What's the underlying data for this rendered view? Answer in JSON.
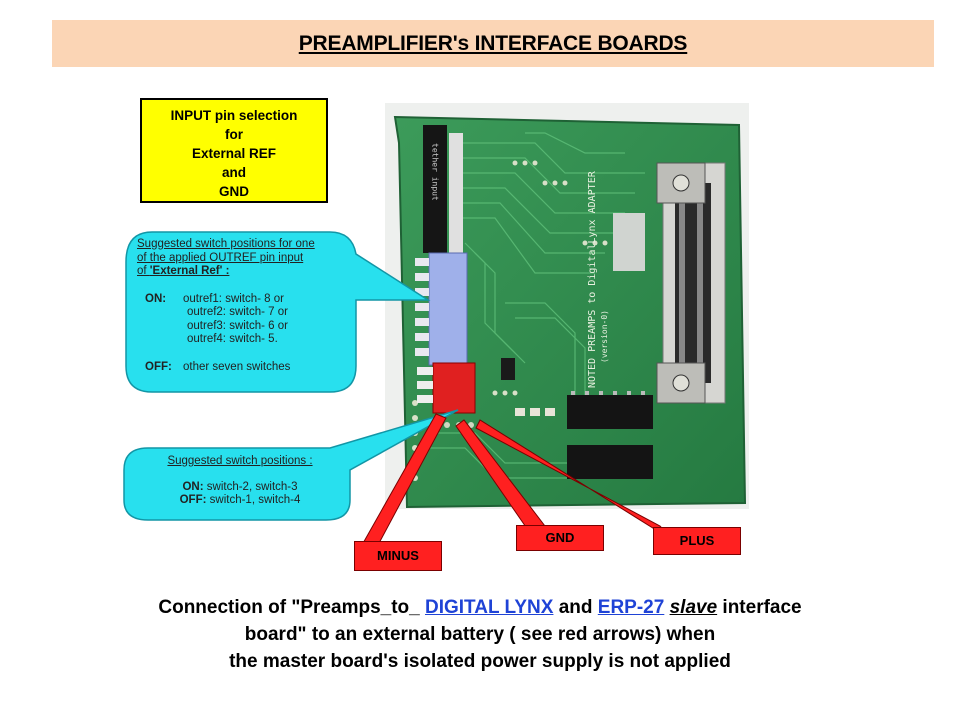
{
  "title": "PREAMPLIFIER's INTERFACE BOARDS",
  "input_box": {
    "lines": [
      "INPUT pin selection",
      "for",
      "External REF",
      "and",
      "GND"
    ]
  },
  "callout_external_ref": {
    "header_lines": [
      "Suggested switch positions for one",
      "of the applied OUTREF pin input"
    ],
    "header_prefix": "of ",
    "header_bold": "'External Ref' :",
    "on_label": "ON:",
    "on_items": [
      "outref1: switch- 8 or",
      "outref2: switch- 7 or",
      "outref3: switch- 6 or",
      "outref4: switch- 5."
    ],
    "off_label": "OFF:",
    "off_text": "other seven switches"
  },
  "callout_power": {
    "header": "Suggested switch positions :",
    "on_label": "ON:",
    "on_text": "switch-2, switch-3",
    "off_label": "OFF:",
    "off_text": "switch-1, switch-4"
  },
  "arrows": {
    "minus": "MINUS",
    "gnd": "GND",
    "plus": "PLUS"
  },
  "board_text": {
    "silk_title": "NOTED PREAMPS to DigitalLynx ADAPTER",
    "silk_version": "(version-0)",
    "tether": "tether input"
  },
  "caption": {
    "l1_prefix": "Connection of \"Preamps_to_",
    "link1": "DIGITAL LYNX",
    "l1_mid": "and",
    "link2": "ERP-27",
    "l1_slave": "slave",
    "l1_suffix": "interface",
    "line2": "board\" to an external battery ( see red  arrows) when",
    "line3": "the master board's isolated power supply is not applied"
  },
  "colors": {
    "title_bg": "#fbd5b5",
    "pcb": "#2e8a4c",
    "callout": "#28e0ee",
    "arrow": "#ff2020",
    "link": "#1f43d6"
  }
}
